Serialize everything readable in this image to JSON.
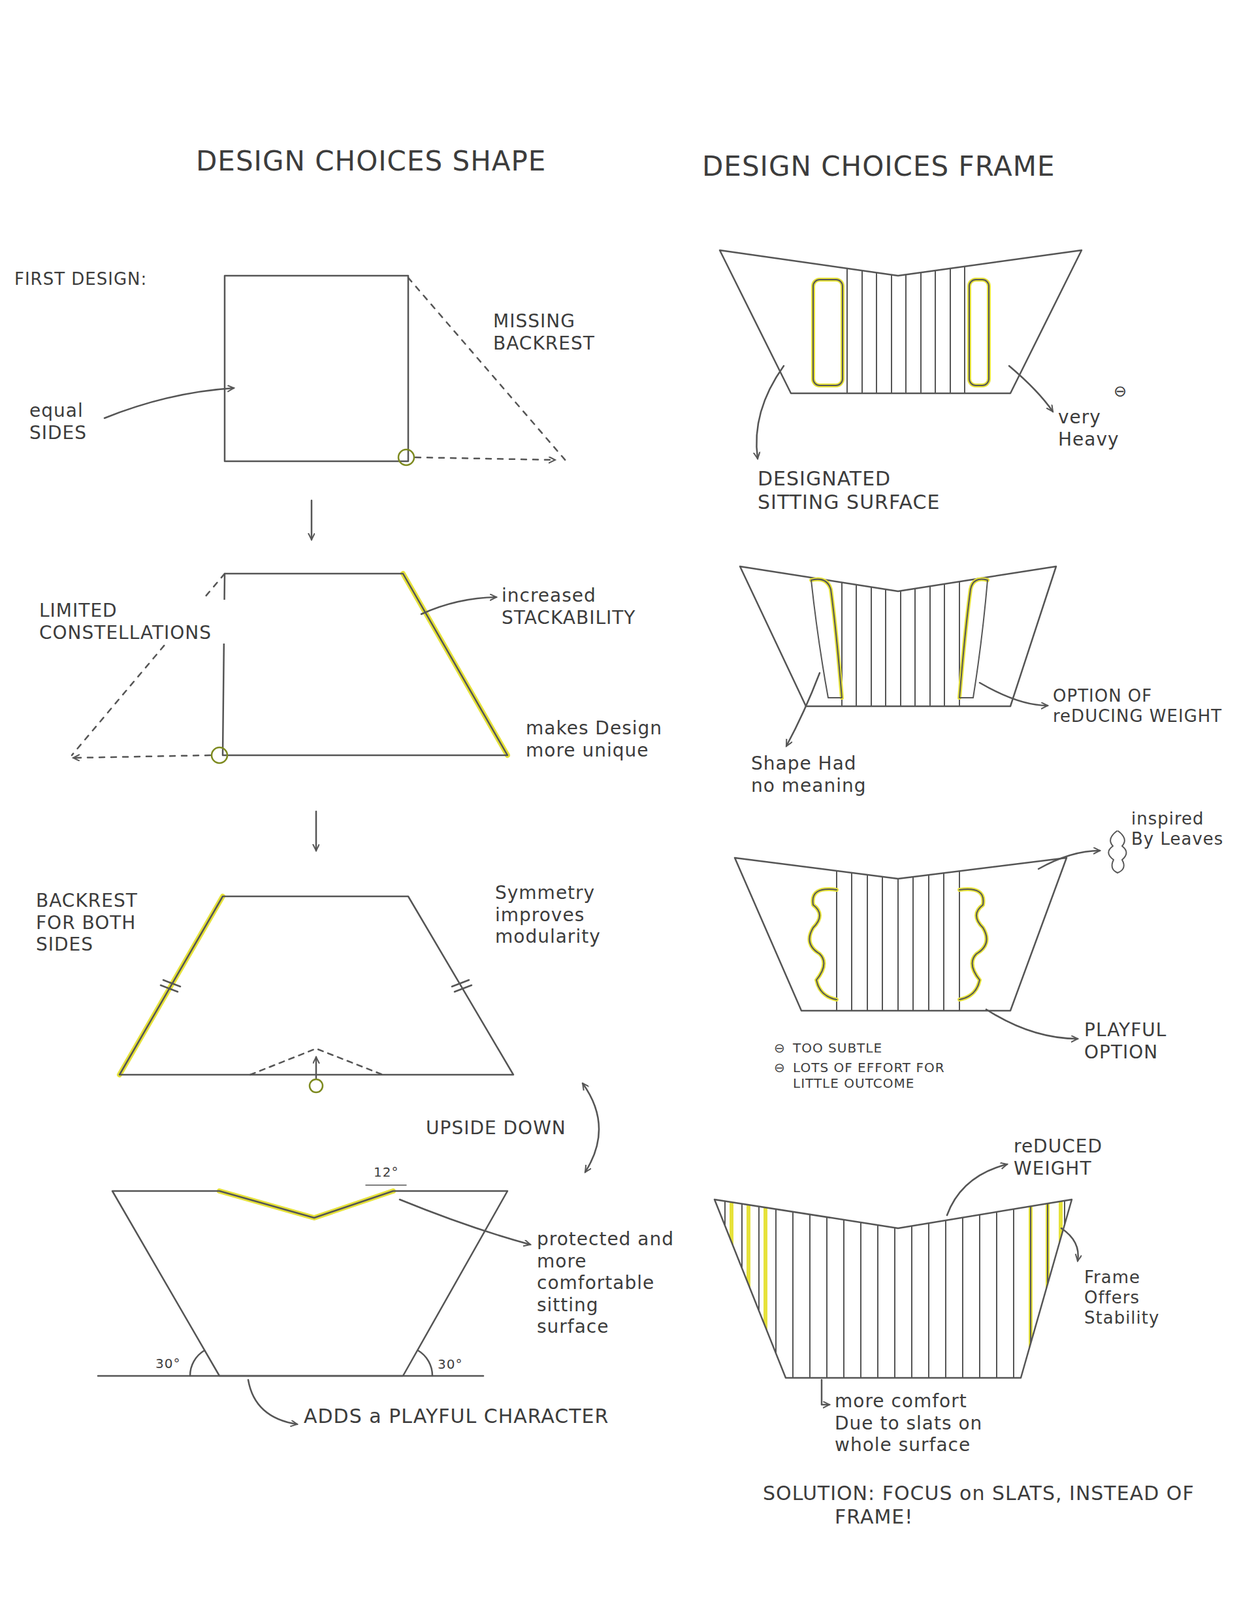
{
  "diagram": {
    "labels": [
      "DESIGN CHOICES SHAPE",
      "DESIGN CHOICES FRAME",
      "FIRST DESIGN:",
      "equal SIDES",
      "MISSING BACKREST",
      "DESIGNATED SITTING SURFACE",
      "⊖",
      "very Heavy",
      "LIMITED CONSTELLATIONS",
      "increased STACKABILITY",
      "makes Design more unique",
      "Shape Had no meaning",
      "OPTION OF reDUCING WEIGHT",
      "BACKREST FOR BOTH SIDES",
      "Symmetry improves modularity",
      "inspired By Leaves",
      "PLAYFUL OPTION",
      "⊖",
      "TOO SUBTLE",
      "⊖",
      "LOTS OF EFFORT FOR LITTLE OUTCOME",
      "UPSIDE DOWN",
      "12°",
      "protected and more comfortable sitting surface",
      "30°",
      "30°",
      "ADDS a PLAYFUL CHARACTER",
      "reDUCED WEIGHT",
      "Frame Offers Stability",
      "more comfort Due to slats on whole surface",
      "SOLUTION: FOCUS on SLATS, INSTEAD OF FRAME!"
    ]
  }
}
